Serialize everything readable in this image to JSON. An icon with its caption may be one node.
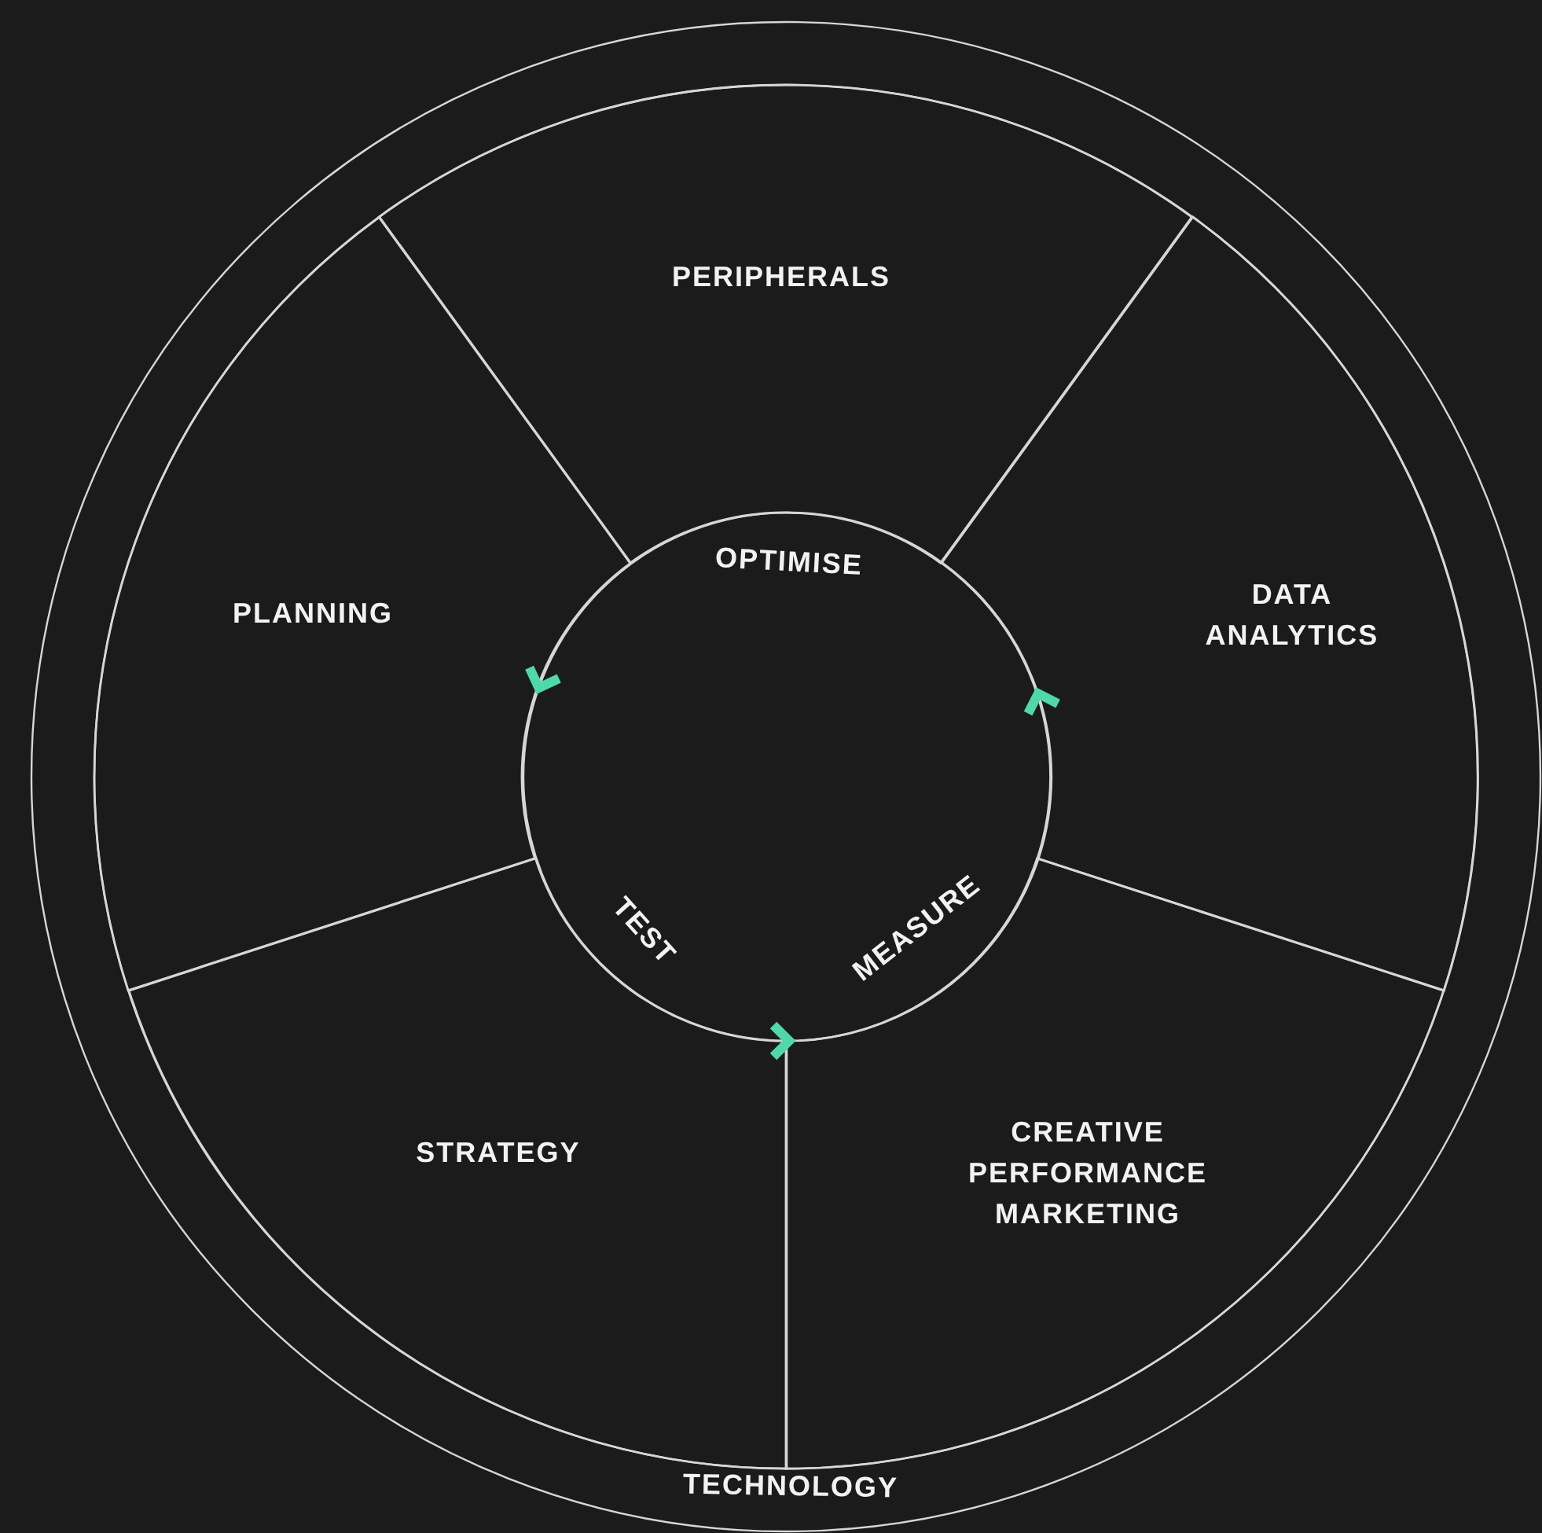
{
  "diagram": {
    "nodes": [
      {
        "text": [
          "TECHNOLOGY"
        ]
      },
      {
        "text": [
          "PERIPHERALS"
        ],
        "in": 0
      },
      {
        "text": [
          "PLANNING"
        ],
        "in": 0
      },
      {
        "text": [
          "DATA ANALYTICS"
        ],
        "in": 0
      },
      {
        "text": [
          "STRATEGY"
        ],
        "in": 0
      },
      {
        "text": [
          "CREATIVE PERFORMANCE MARKETING"
        ],
        "in": 0
      },
      {
        "text": [
          "OPTIMISE",
          "TEST",
          "MEASURE"
        ],
        "in": 0
      }
    ]
  }
}
